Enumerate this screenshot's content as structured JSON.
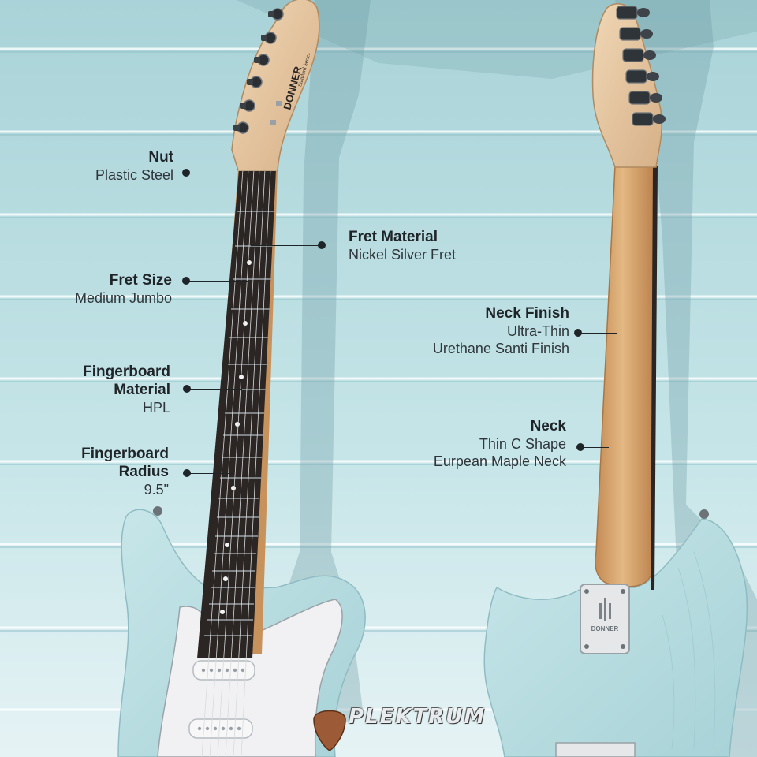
{
  "callouts": [
    {
      "title": "Nut",
      "subtitle": "Plastic Steel"
    },
    {
      "title": "Fret Material",
      "subtitle": "Nickel Silver Fret"
    },
    {
      "title": "Fret Size",
      "subtitle": "Medium Jumbo"
    },
    {
      "title": "Fingerboard",
      "title2": "Material",
      "subtitle": "HPL"
    },
    {
      "title": "Fingerboard",
      "title2": "Radius",
      "subtitle": "9.5\""
    },
    {
      "title": "Neck Finish",
      "subtitle": "Ultra-Thin",
      "subtitle2": "Urethane Santi Finish"
    },
    {
      "title": "Neck",
      "subtitle": "Thin C Shape",
      "subtitle2": "Eurpean Maple Neck"
    }
  ],
  "brand": {
    "watermark": "PLEKTRUM",
    "headstock_logo": "DONNER",
    "headstock_series": "Standard Series",
    "neckplate_logo": "DONNER"
  },
  "colors": {
    "background": "#c4e3e6",
    "body": "#b9dfe3",
    "fretboard": "#2b2624",
    "maple": "#d9ac78",
    "pickguard": "#f1f1f3"
  }
}
